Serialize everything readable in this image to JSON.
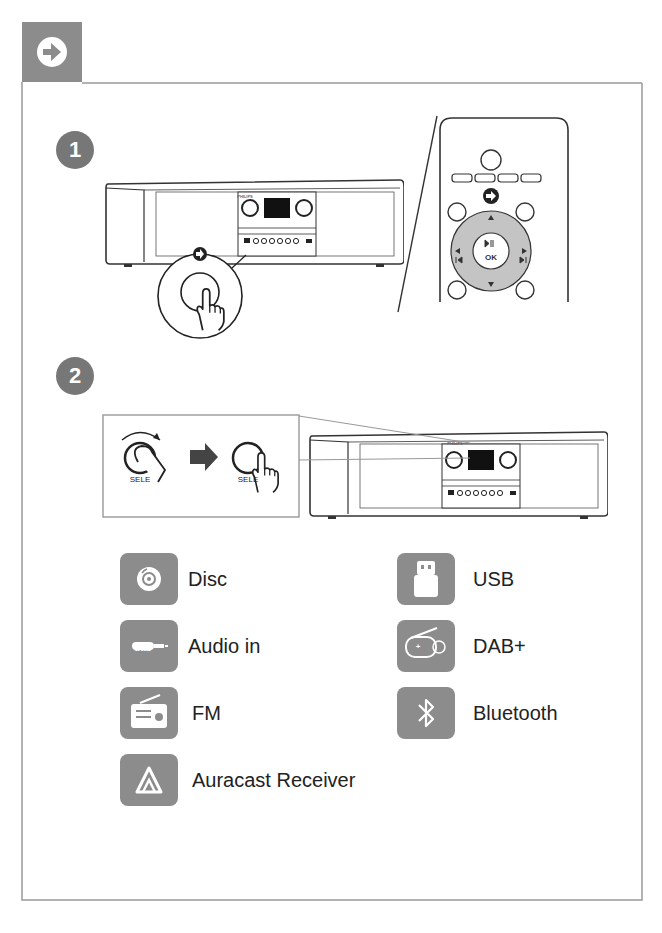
{
  "diagram": {
    "nodes": [
      {
        "text": [
          "Disc"
        ]
      },
      {
        "text": [
          "USB"
        ]
      },
      {
        "text": [
          "Audio in"
        ]
      },
      {
        "text": [
          "DAB+"
        ]
      },
      {
        "text": [
          "FM"
        ]
      },
      {
        "text": [
          "Bluetooth"
        ]
      },
      {
        "text": [
          "Auracast Receiver"
        ]
      }
    ],
    "labels": [
      "1",
      "PHILIPS",
      "OK",
      "2",
      "SELE",
      "SELE",
      "PHILIPS",
      "dab",
      "+"
    ]
  }
}
